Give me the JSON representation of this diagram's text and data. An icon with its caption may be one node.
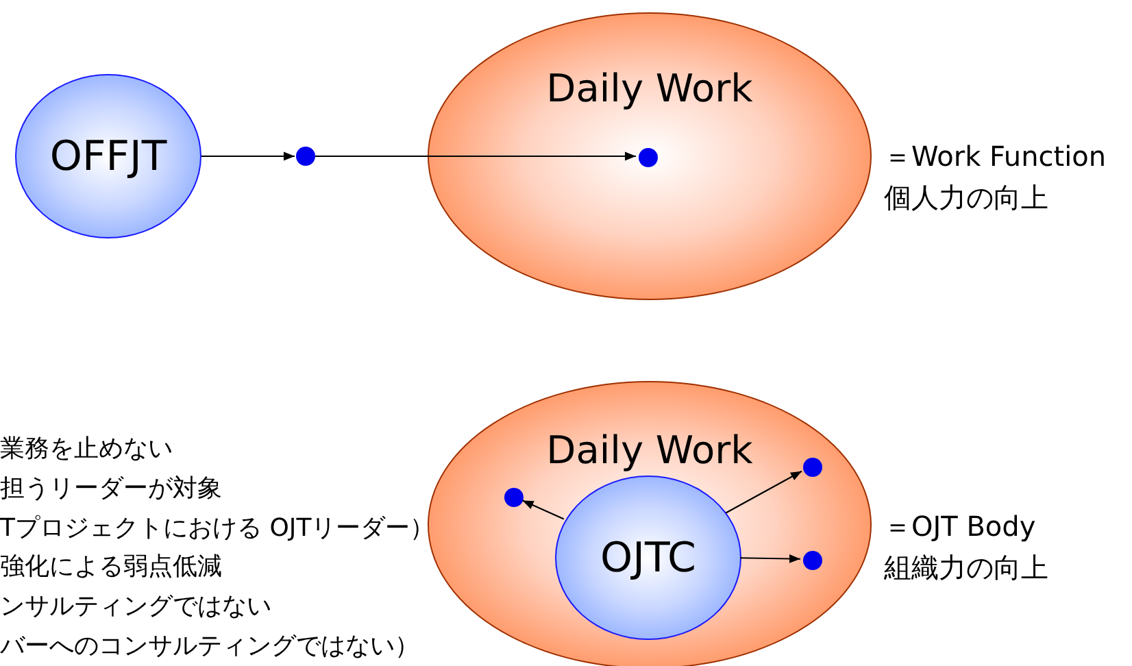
{
  "diagram": {
    "nodes": [
      {
        "text": [
          "OFFJT"
        ]
      },
      {
        "text": [],
        "shape": "circle"
      },
      {
        "text": [
          "Daily Work"
        ],
        "beside": [
          "＝Work Function",
          "個人力の向上"
        ]
      },
      {
        "text": [],
        "shape": "circle",
        "in": 2
      },
      {
        "text": [
          "Daily Work"
        ],
        "beside": [
          "＝OJT Body",
          "組織力の向上"
        ]
      },
      {
        "text": [
          "OJTC"
        ],
        "in": 4
      },
      {
        "text": [],
        "shape": "circle",
        "in": 4
      },
      {
        "text": [],
        "shape": "circle",
        "in": 4
      },
      {
        "text": [],
        "shape": "circle",
        "in": 4
      }
    ],
    "edges": [
      {
        "from": 0,
        "to": 1,
        "arrow": "to"
      },
      {
        "from": 1,
        "to": 3,
        "arrow": "to"
      },
      {
        "from": 5,
        "to": 6,
        "arrow": "to"
      },
      {
        "from": 5,
        "to": 7,
        "arrow": "to"
      },
      {
        "from": 5,
        "to": 8,
        "arrow": "to"
      }
    ],
    "labels": [
      "業務を止めない",
      "担うリーダーが対象",
      "Tプロジェクトにおける OJTリーダー）",
      "強化による弱点低減",
      "ンサルティングではない",
      "バーへのコンサルティングではない）"
    ]
  }
}
